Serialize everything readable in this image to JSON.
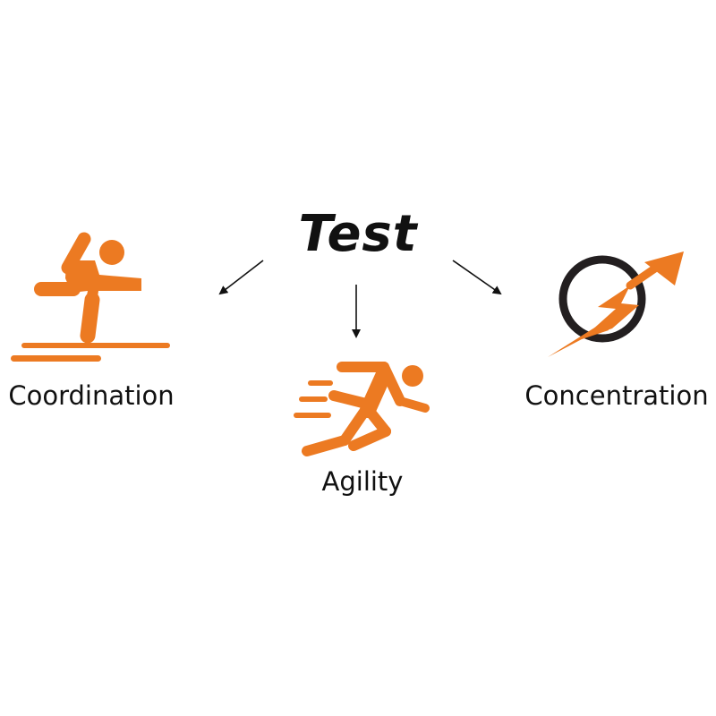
{
  "diagram": {
    "title": "Test",
    "accent_color": "#ec7a22",
    "text_color": "#111111",
    "nodes": [
      {
        "label": "Coordination",
        "icon": "balancing-person-icon"
      },
      {
        "label": "Agility",
        "icon": "running-person-icon"
      },
      {
        "label": "Concentration",
        "icon": "lightning-arrow-target-icon"
      }
    ]
  }
}
